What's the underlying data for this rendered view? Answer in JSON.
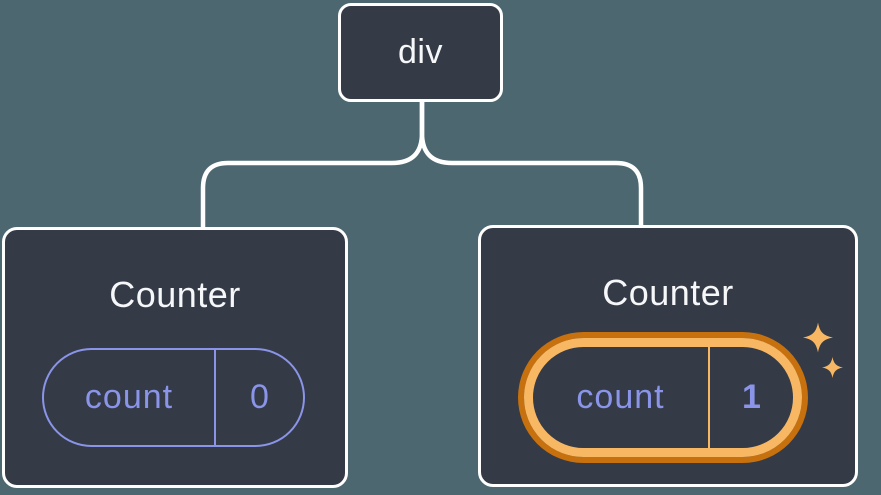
{
  "diagram": {
    "root": {
      "label": "div"
    },
    "children": [
      {
        "title": "Counter",
        "state": {
          "key": "count",
          "value": "0"
        },
        "highlighted": false
      },
      {
        "title": "Counter",
        "state": {
          "key": "count",
          "value": "1"
        },
        "highlighted": true
      }
    ]
  },
  "colors": {
    "background": "#4c6770",
    "card_background": "#343a46",
    "card_border": "#ffffff",
    "connector_line": "#ffffff",
    "title_text": "#f6f7f9",
    "state_purple": "#8a94e8",
    "highlight_orange_dark": "#c7700e",
    "highlight_orange_light": "#f8b763"
  }
}
